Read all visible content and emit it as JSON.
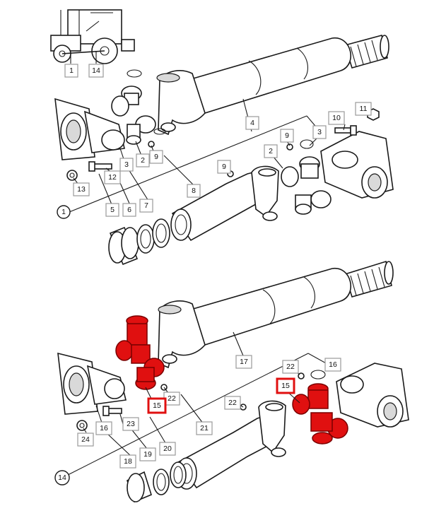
{
  "colors": {
    "highlight": "#e01010",
    "line": "#1a1a1a",
    "label_border": "#9a9a9a"
  },
  "labels": {
    "top_inset_1": "1",
    "top_inset_14": "14",
    "c1": "1",
    "t2a": "2",
    "t2b": "2",
    "t3a": "3",
    "t3b": "3",
    "t4": "4",
    "t5": "5",
    "t6": "6",
    "t7": "7",
    "t8": "8",
    "t9a": "9",
    "t9b": "9",
    "t9c": "9",
    "t10": "10",
    "t11": "11",
    "t12": "12",
    "t13": "13",
    "c14": "14",
    "b15a": "15",
    "b15b": "15",
    "b16a": "16",
    "b16b": "16",
    "b17": "17",
    "b18": "18",
    "b19": "19",
    "b20": "20",
    "b21": "21",
    "b22a": "22",
    "b22b": "22",
    "b22c": "22",
    "b23": "23",
    "b24": "24"
  }
}
